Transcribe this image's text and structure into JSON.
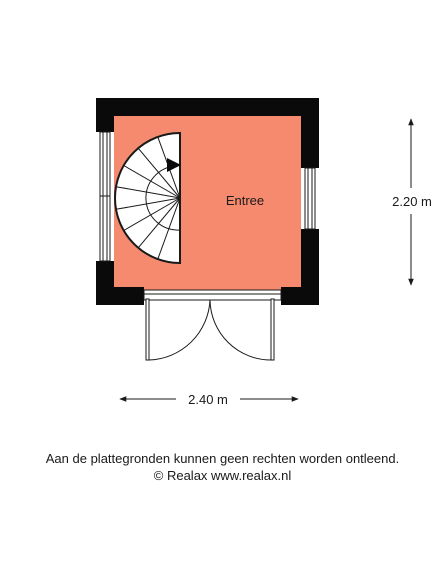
{
  "floorplan": {
    "room": {
      "label": "Entree",
      "fill_color": "#f58a6e"
    },
    "wall_color": "#0a0a0a",
    "dimensions": {
      "width_label": "2.40 m",
      "height_label": "2.20 m"
    }
  },
  "footer": {
    "disclaimer": "Aan de plattegronden kunnen geen rechten worden ontleend.",
    "copyright": "© Realax www.realax.nl"
  }
}
